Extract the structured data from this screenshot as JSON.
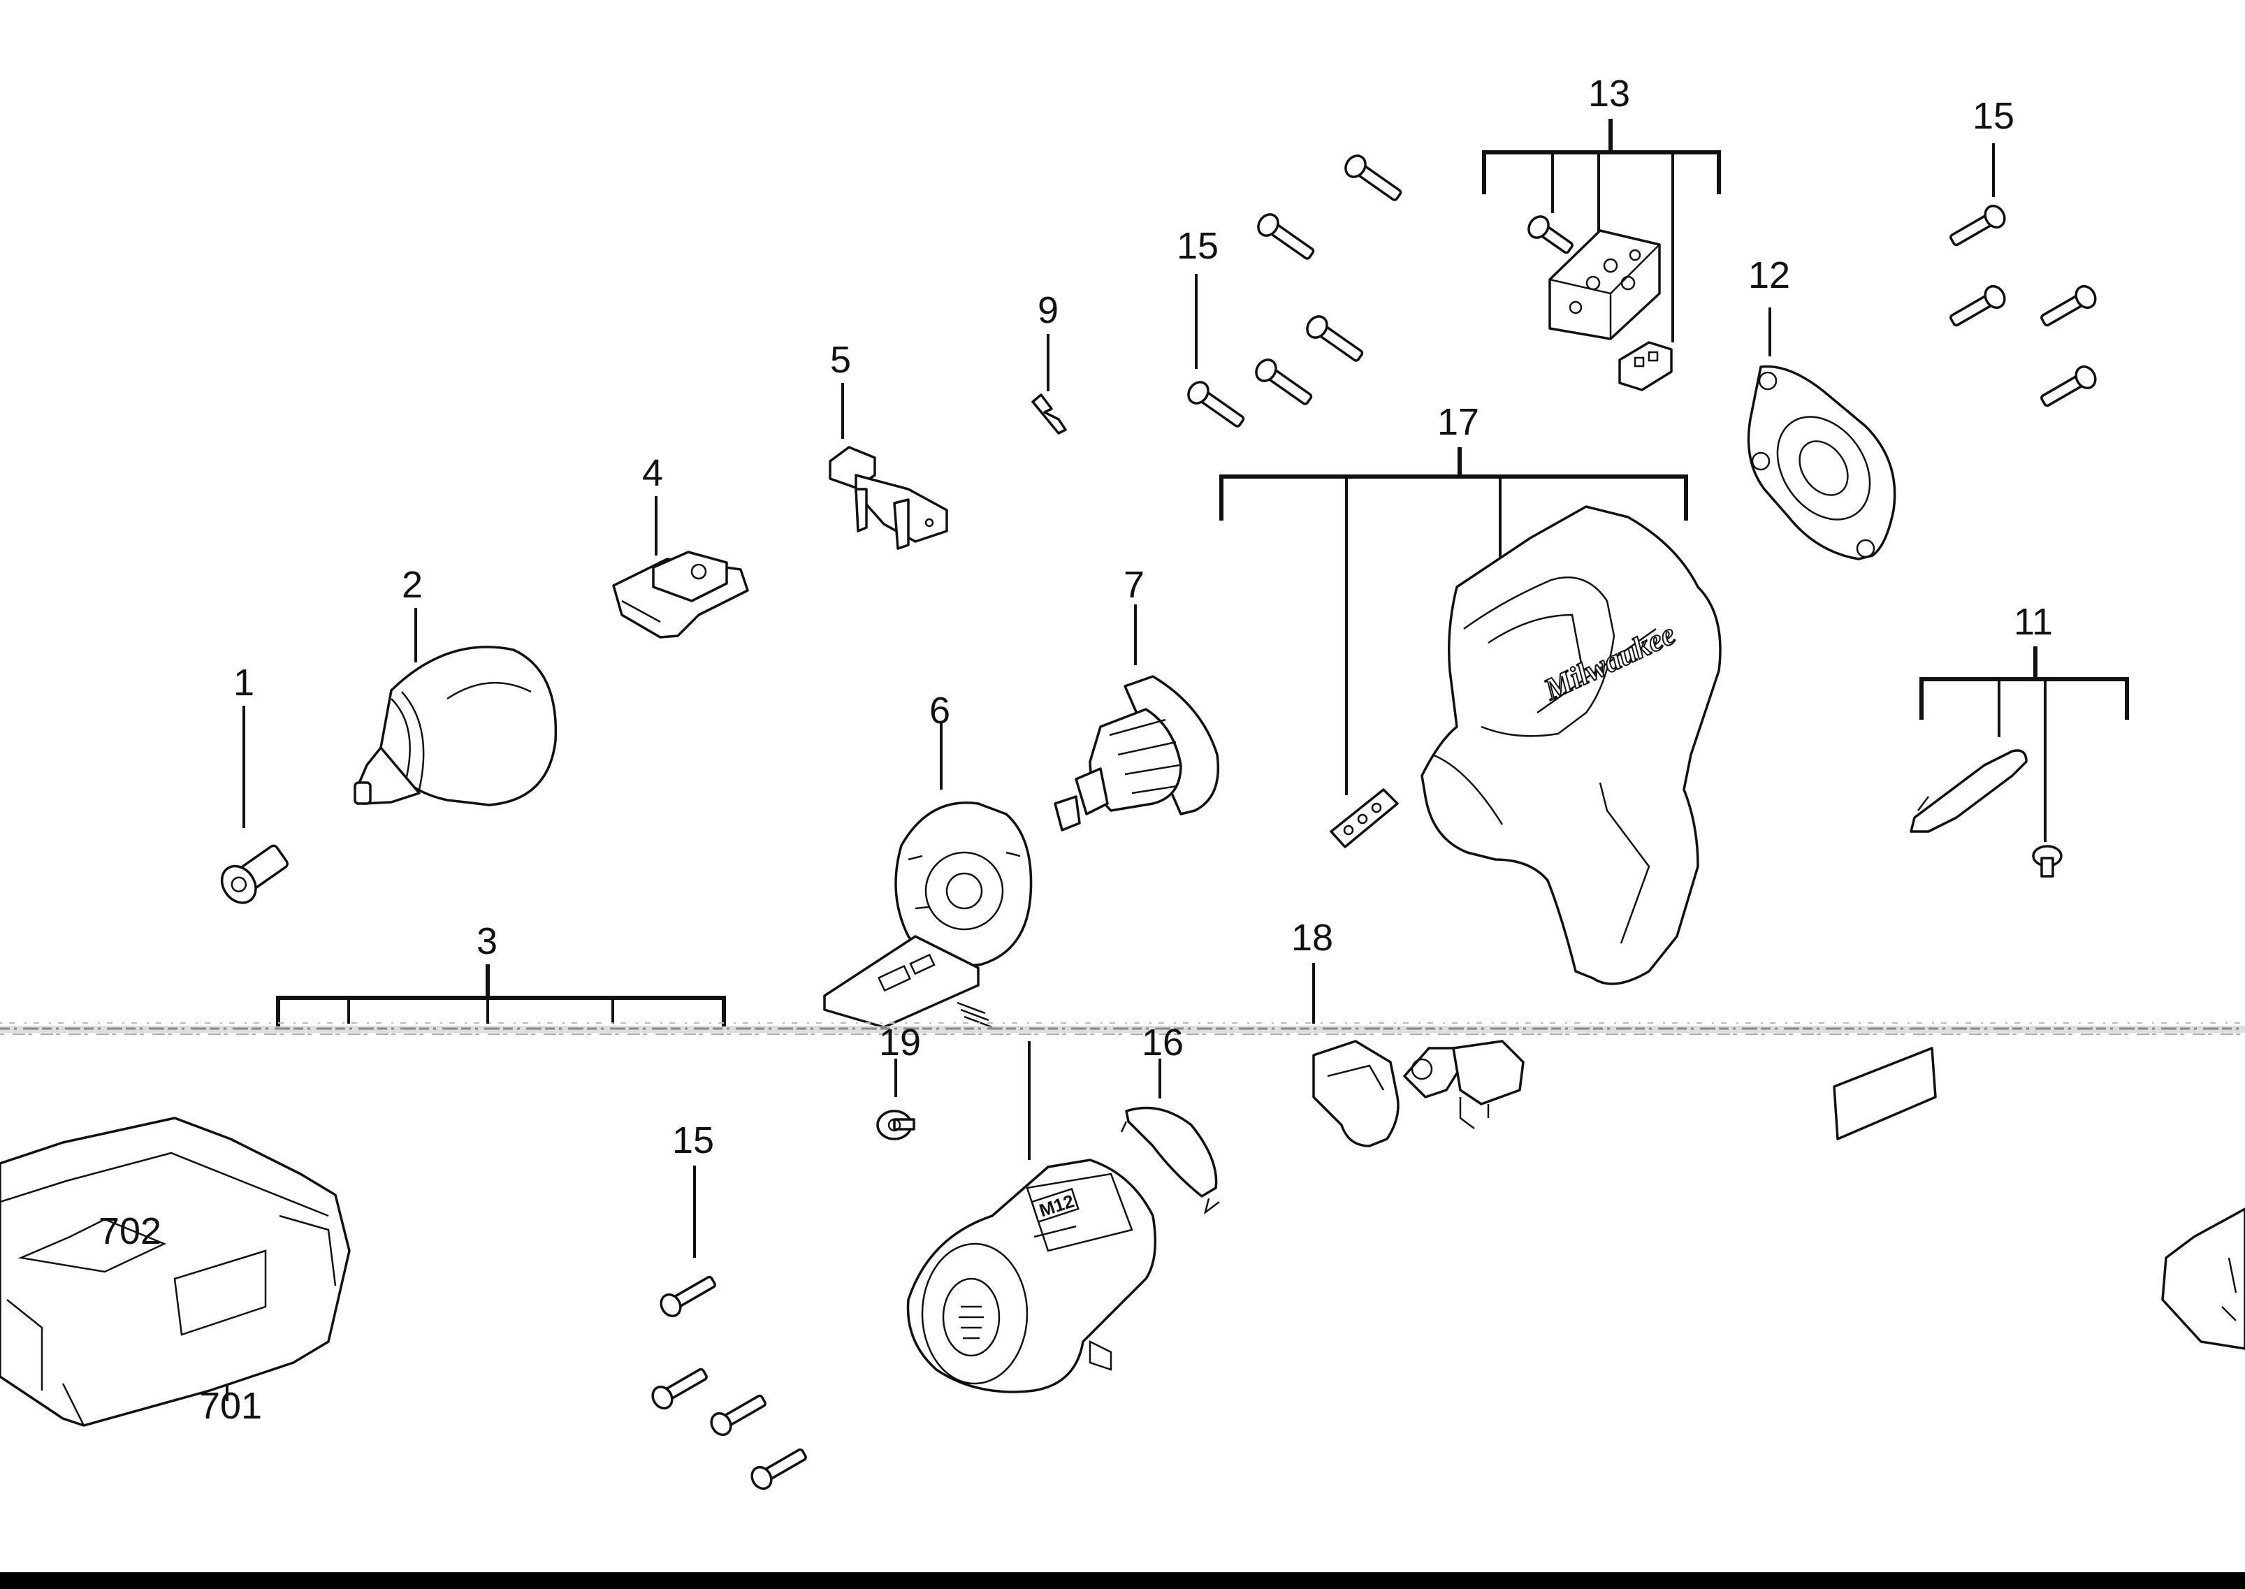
{
  "title": "",
  "callouts": [
    {
      "id": "c1",
      "text": "1"
    },
    {
      "id": "c2",
      "text": "2"
    },
    {
      "id": "c3",
      "text": "3"
    },
    {
      "id": "c4",
      "text": "4"
    },
    {
      "id": "c5",
      "text": "5"
    },
    {
      "id": "c6",
      "text": "6"
    },
    {
      "id": "c7",
      "text": "7"
    },
    {
      "id": "c9",
      "text": "9"
    },
    {
      "id": "c11",
      "text": "11"
    },
    {
      "id": "c12",
      "text": "12"
    },
    {
      "id": "c13",
      "text": "13"
    },
    {
      "id": "c15a",
      "text": "15"
    },
    {
      "id": "c15b",
      "text": "15"
    },
    {
      "id": "c15c",
      "text": "15"
    },
    {
      "id": "c16",
      "text": "16"
    },
    {
      "id": "c17",
      "text": "17"
    },
    {
      "id": "c18",
      "text": "18"
    },
    {
      "id": "c19",
      "text": "19"
    },
    {
      "id": "c701",
      "text": "701"
    },
    {
      "id": "c702",
      "text": "702"
    }
  ],
  "parts": {
    "housing_brand_text": "Milwaukee",
    "motor_badge_text": "M12"
  },
  "colors": {
    "line": "#111111",
    "background": "#ffffff",
    "footer_bar": "#000000"
  }
}
